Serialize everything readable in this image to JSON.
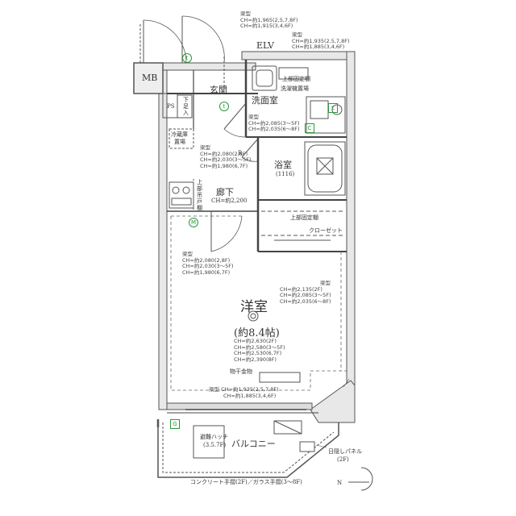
{
  "rooms": {
    "mb": "MB",
    "ps": "PS",
    "elv": "ELV",
    "genkan": "玄関",
    "senmenshitsu": "洗面室",
    "yokushitsu": "浴室",
    "yokushitsu_size": "(1116)",
    "roka": "廊下",
    "roka_ch": "CH=約2,200",
    "yoshitsu": "洋室",
    "yoshitsu_size": "(約8.4帖)",
    "balcony": "バルコニー",
    "closet": "クローゼット",
    "closet_shelf": "上部固定棚",
    "refrigerator": "冷蔵庫",
    "refrigerator_place": "置場",
    "genkan_storage": "下足入",
    "kitchen_storage": "上部吊戸棚",
    "washer_shelf": "上部固定棚",
    "washer_place": "洗濯機置場",
    "hanger": "物干金物",
    "hatch_line1": "避難ハッチ",
    "hatch_line2": "(3.5.7F)",
    "sun_panel": "日隠しパネル",
    "sun_panel_floor": "(2F)",
    "railing": "コンクリート手摺(2F)／ガラス手摺(3～8F)"
  },
  "markers": {
    "t1": "t",
    "t2": "t",
    "m": "M",
    "g": "G",
    "l": "L",
    "c": "C",
    "r": "R",
    "compass_n": "N"
  },
  "notes": {
    "top_beam": [
      "梁型",
      "CH=約1,965(2,5,7,8F)",
      "CH=約1,915(3,4,6F)"
    ],
    "elv_beam": [
      "梁型",
      "CH=約1,935(2,5,7,8F)",
      "CH=約1,885(3,4,6F)"
    ],
    "wash_beam": [
      "梁型",
      "CH=約2,085(3～5F)",
      "CH=約2,035(6～8F)"
    ],
    "hall_beam": [
      "梁型",
      "CH=約2,080(2,8F)",
      "CH=約2,030(3～5F)",
      "CH=約1,980(6,7F)"
    ],
    "room_left_beam": [
      "梁型",
      "CH=約2,080(2,8F)",
      "CH=約2,030(3～5F)",
      "CH=約1,980(6,7F)"
    ],
    "room_right_beam": [
      "梁型",
      "CH=約2,135(2F)",
      "CH=約2,085(3～5F)",
      "CH=約2,035(6～8F)"
    ],
    "room_ch": [
      "CH=約2,630(2F)",
      "CH=約2,580(3～5F)",
      "CH=約2,530(6,7F)",
      "CH=約2,390(8F)"
    ],
    "bottom_beam": [
      "梁型 CH=約1,935(2,5,7,8F)",
      "CH=約1,885(3,4,6F)"
    ]
  }
}
